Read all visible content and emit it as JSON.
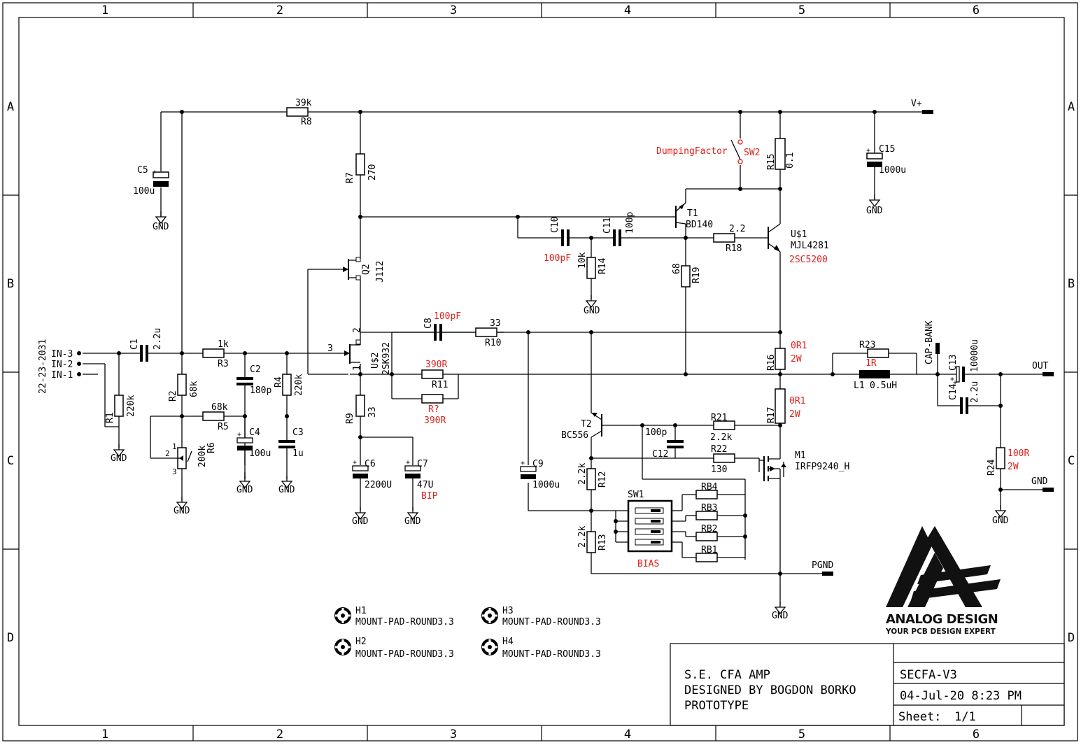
{
  "frame": {
    "columns": [
      "1",
      "2",
      "3",
      "4",
      "5",
      "6"
    ],
    "rows": [
      "A",
      "B",
      "C",
      "D"
    ]
  },
  "title_block": {
    "line1": "S.E. CFA AMP",
    "line2": "DESIGNED BY BOGDON BORKO",
    "line3": "PROTOTYPE",
    "doc_number": "SECFA-V3",
    "date": "04-Jul-20 8:23 PM",
    "sheet_label": "Sheet:",
    "sheet_value": "1/1"
  },
  "logo": {
    "brand": "ANALOG DESIGN",
    "tagline": "YOUR PCB DESIGN EXPERT"
  },
  "labels": {
    "r8_val": "39k",
    "r8_name": "R8",
    "vplus": "V+",
    "c5_name": "C5",
    "c5_val": "100u",
    "c5_pol": "+",
    "gnd_c5": "GND",
    "r7_name": "R7",
    "r7_val": "270",
    "dumping": "DumpingFactor",
    "sw2": "SW2",
    "r15_name": "R15",
    "r15_val": "0.1",
    "c15_name": "C15",
    "c15_val": "1000u",
    "c15_pol": "+",
    "gnd_c15": "GND",
    "t1_name": "T1",
    "t1_val": "BD140",
    "c10_name": "C10",
    "c10_val_red": "100pF",
    "c11_name": "C11",
    "c11_val": "100p",
    "r14_name": "R14",
    "r14_val": "10k",
    "gnd_r14": "GND",
    "r18_val": "2.2",
    "r18_name": "R18",
    "u1_name": "U$1",
    "u1_val": "MJL4281",
    "u1_alt": "2SC5200",
    "r19_name": "R19",
    "r19_val": "68",
    "q2_name": "Q2",
    "q2_val": "J112",
    "conn_part": "22-23-2031",
    "in3": "IN-3",
    "in2": "IN-2",
    "in1": "IN-1",
    "c1_name": "C1",
    "c1_val": "2.2u",
    "r3_val": "1k",
    "r3_name": "R3",
    "c2_name": "C2",
    "c2_val": "180p",
    "r4_name": "R4",
    "r4_val": "220k",
    "u2_name": "U$2",
    "u2_val": "2SK932",
    "pin1": "1",
    "pin2": "2",
    "pin3": "3",
    "c8_name": "C8",
    "c8_val_red": "100pF",
    "r10_val": "33",
    "r10_name": "R10",
    "r11_red": "390R",
    "r11_name": "R11",
    "rq_name": "R?",
    "rq_red": "390R",
    "r16_name": "R16",
    "r16_val1": "0R1",
    "r16_val2": "2W",
    "r23_name": "R23",
    "r23_red": "1R",
    "l1_name": "L1",
    "l1_val": "0.5uH",
    "capbank": "CAP-BANK",
    "c13_name": "C13",
    "c13_val": "10000u",
    "c13_pol": "+",
    "c14_name": "C14",
    "c14_val": "2.2u",
    "c14_pol": "+",
    "out": "OUT",
    "r1_name": "R1",
    "r1_val": "220k",
    "gnd_r1": "GND",
    "r2_name": "R2",
    "r2_val": "68k",
    "r5_val": "68k",
    "r5_name": "R5",
    "r6_name": "R6",
    "r6_val": "200k",
    "r6_p1": "1",
    "r6_p2": "2",
    "r6_p3": "3",
    "gnd_r6": "GND",
    "c4_name": "C4",
    "c4_val": "100u",
    "c4_pol": "+",
    "gnd_c4": "GND",
    "c3_name": "C3",
    "c3_val": "1u",
    "gnd_c3": "GND",
    "r9_name": "R9",
    "r9_val": "33",
    "c6_name": "C6",
    "c6_val": "2200U",
    "c6_pol": "+",
    "gnd_c6": "GND",
    "c7_name": "C7",
    "c7_val": "47U",
    "c7_pol": "+",
    "c7_red": "BIP",
    "gnd_c7": "GND",
    "c9_name": "C9",
    "c9_val": "1000u",
    "c9_pol": "+",
    "t2_name": "T2",
    "t2_val": "BC556",
    "c12_name": "C12",
    "c12_val": "100p",
    "r21_name": "R21",
    "r21_val": "2.2k",
    "r22_name": "R22",
    "r22_val": "130",
    "r17_name": "R17",
    "r17_val1": "0R1",
    "r17_val2": "2W",
    "m1_name": "M1",
    "m1_val": "IRFP9240_H",
    "r12_name": "R12",
    "r12_val": "2.2k",
    "r13_name": "R13",
    "r13_val": "2.2k",
    "sw1_name": "SW1",
    "sw1_red": "BIAS",
    "rb4": "RB4",
    "rb3": "RB3",
    "rb2": "RB2",
    "rb1": "RB1",
    "pgnd": "PGND",
    "gnd_pg": "GND",
    "r24_name": "R24",
    "r24_val1": "100R",
    "r24_val2": "2W",
    "gnd_out": "GND",
    "gnd_r24": "GND",
    "h1": "H1",
    "h1_val": "MOUNT-PAD-ROUND3.3",
    "h2": "H2",
    "h2_val": "MOUNT-PAD-ROUND3.3",
    "h3": "H3",
    "h3_val": "MOUNT-PAD-ROUND3.3",
    "h4": "H4",
    "h4_val": "MOUNT-PAD-ROUND3.3"
  }
}
